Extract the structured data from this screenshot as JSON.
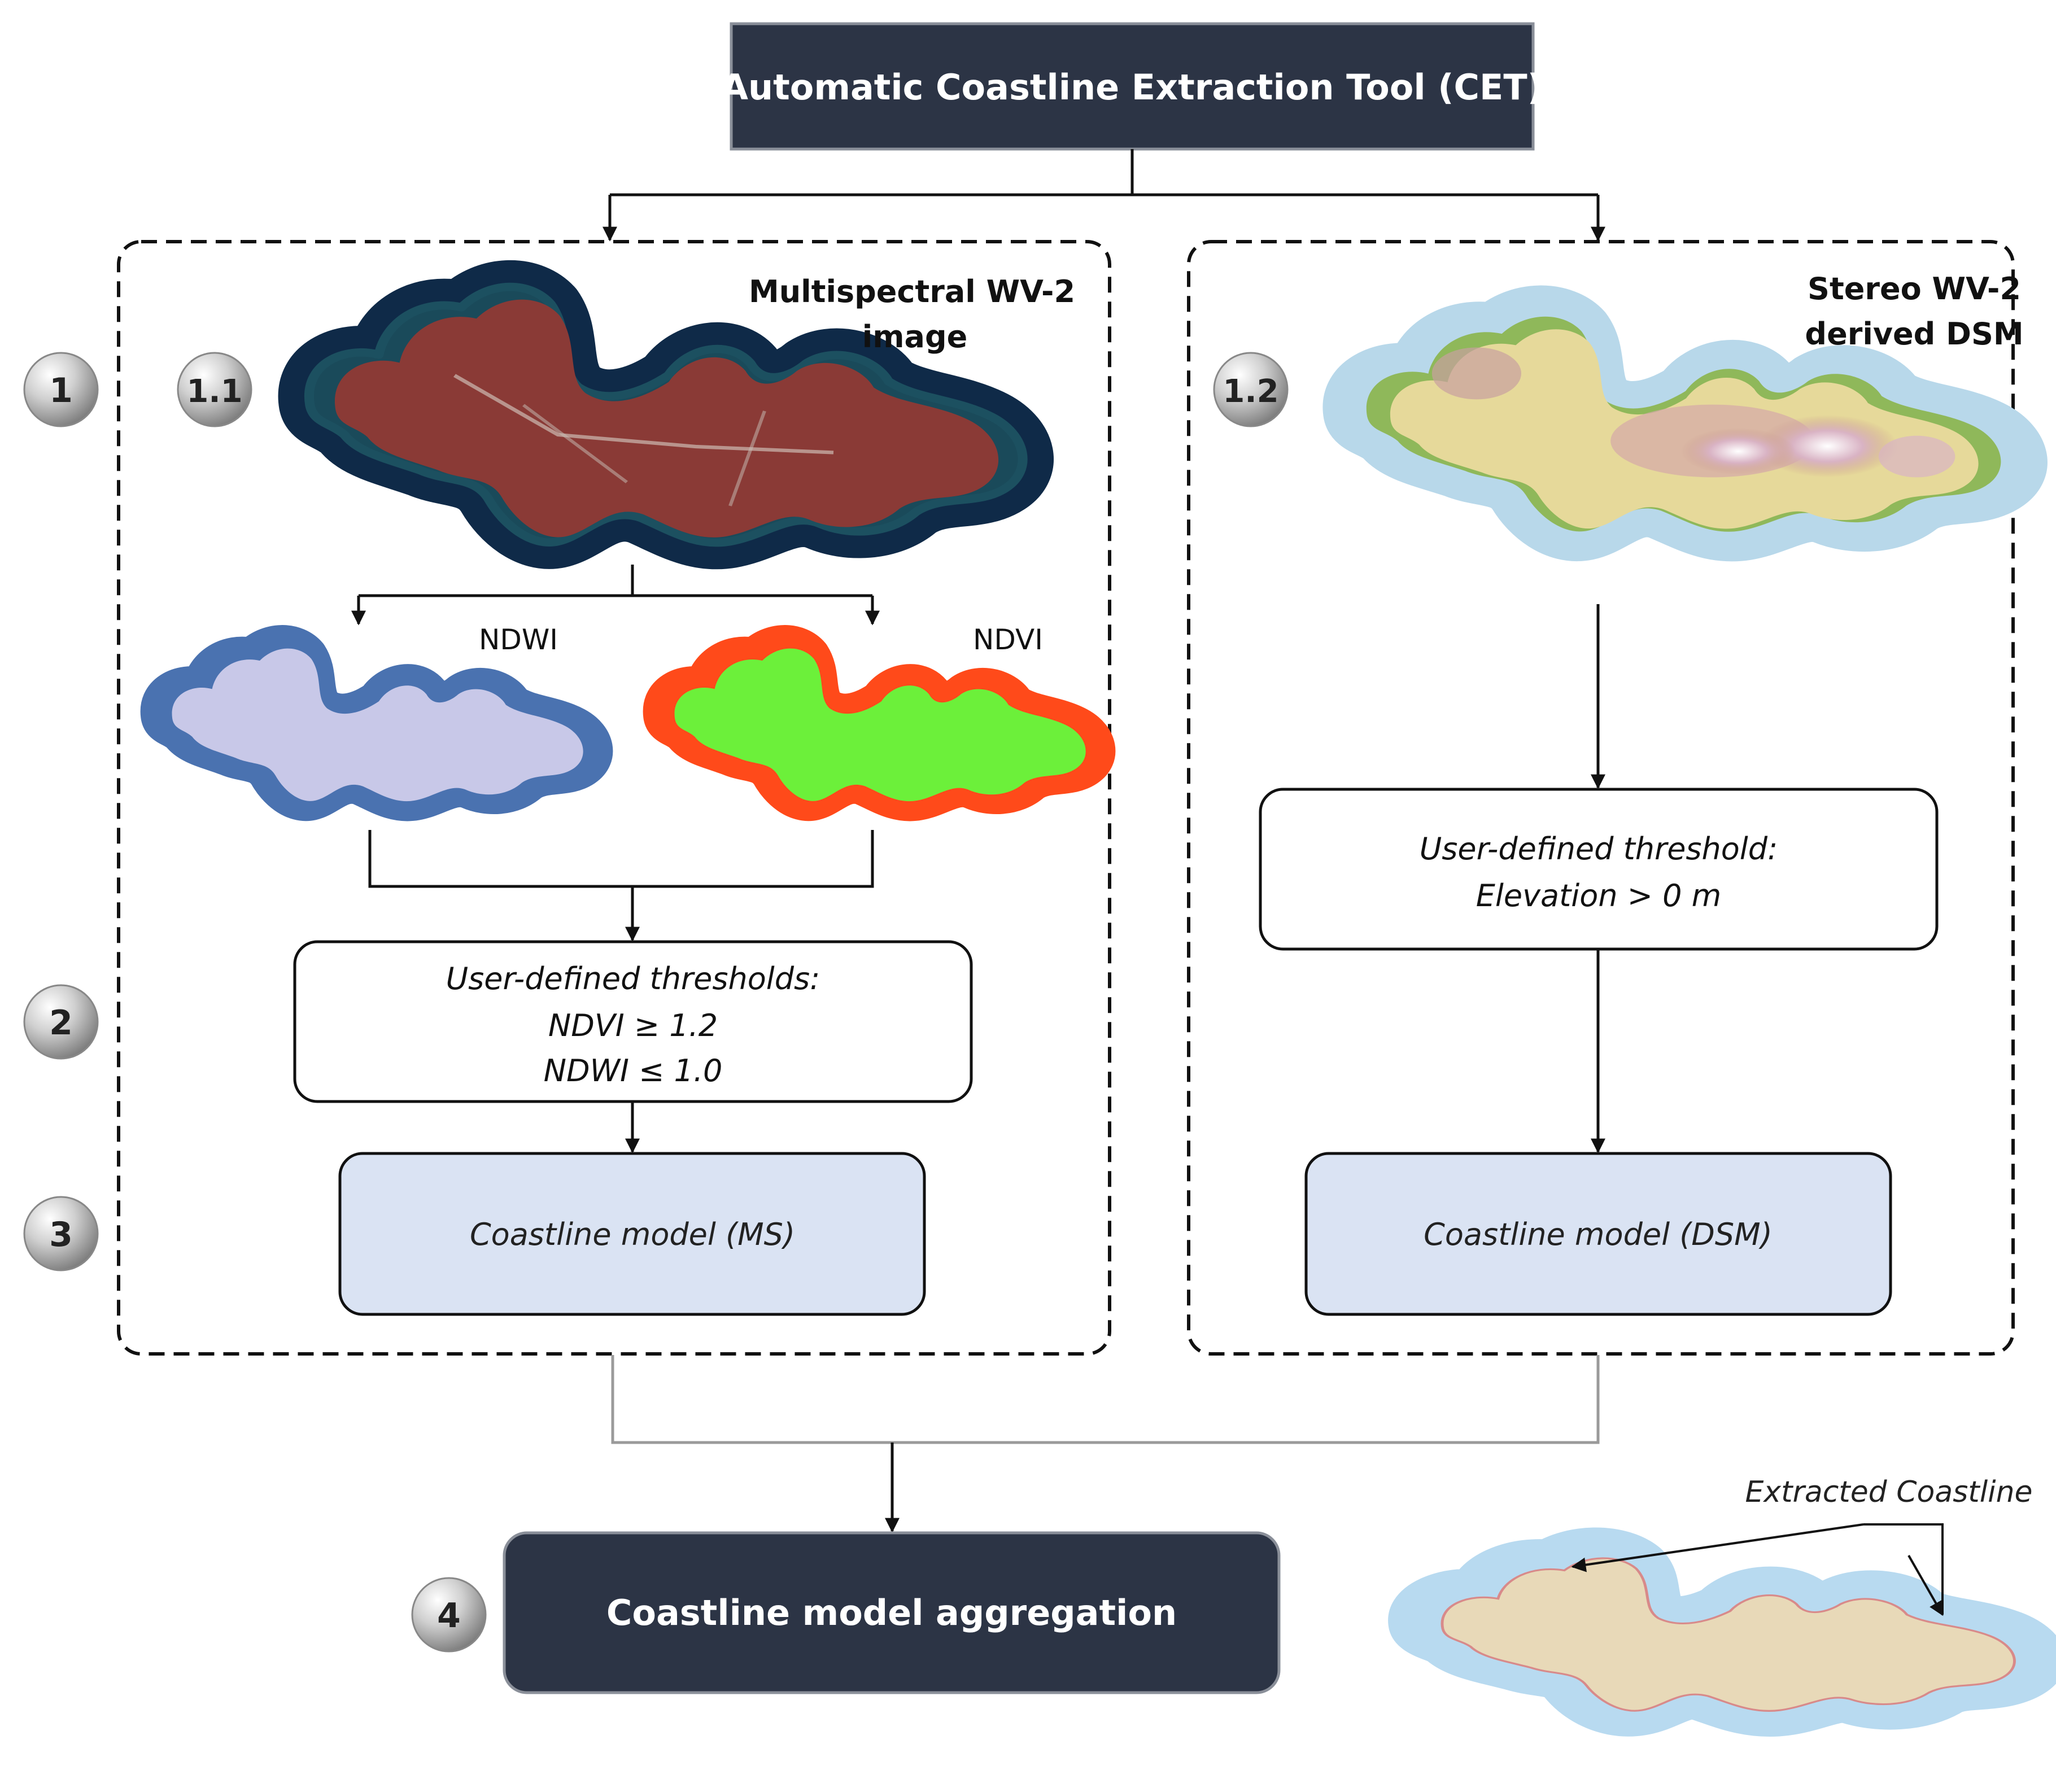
{
  "title": "Automatic Coastline Extraction Tool (CET)",
  "left_panel": {
    "caption_line1": "Multispectral WV-2",
    "caption_line2": "image",
    "ndwi_label": "NDWI",
    "ndvi_label": "NDVI",
    "threshold_title": "User-defined thresholds:",
    "threshold_line1": "NDVI ≥ 1.2",
    "threshold_line2": "NDWI ≤ 1.0",
    "model_label": "Coastline model (MS)"
  },
  "right_panel": {
    "caption_line1": "Stereo WV-2",
    "caption_line2": "derived DSM",
    "threshold_title": "User-defined threshold:",
    "threshold_line1": "Elevation > 0 m",
    "model_label": "Coastline model (DSM)"
  },
  "steps": {
    "s1": "1",
    "s1_1": "1.1",
    "s1_2": "1.2",
    "s2": "2",
    "s3": "3",
    "s4": "4"
  },
  "aggregation_label": "Coastline model aggregation",
  "extracted_label": "Extracted Coastline",
  "colors": {
    "dark_box": "#2c3445",
    "light_box": "#dae3f3",
    "ms_water": "#0f2a48",
    "ms_land": "#8a3a36",
    "ndwi_water": "#4a72b0",
    "ndwi_land": "#c8c8e8",
    "ndvi_water": "#ff4a1a",
    "ndvi_land": "#6cf03a",
    "dsm_water": "#b8d8ea",
    "dsm_low": "#8fb85a",
    "dsm_mid": "#e6d99a",
    "dsm_high": "#c8a0a0",
    "dsm_peak": "#ffffff",
    "coast_water": "#b8daf0",
    "coast_land": "#e8d9b8",
    "coast_line": "#d88a8a"
  }
}
